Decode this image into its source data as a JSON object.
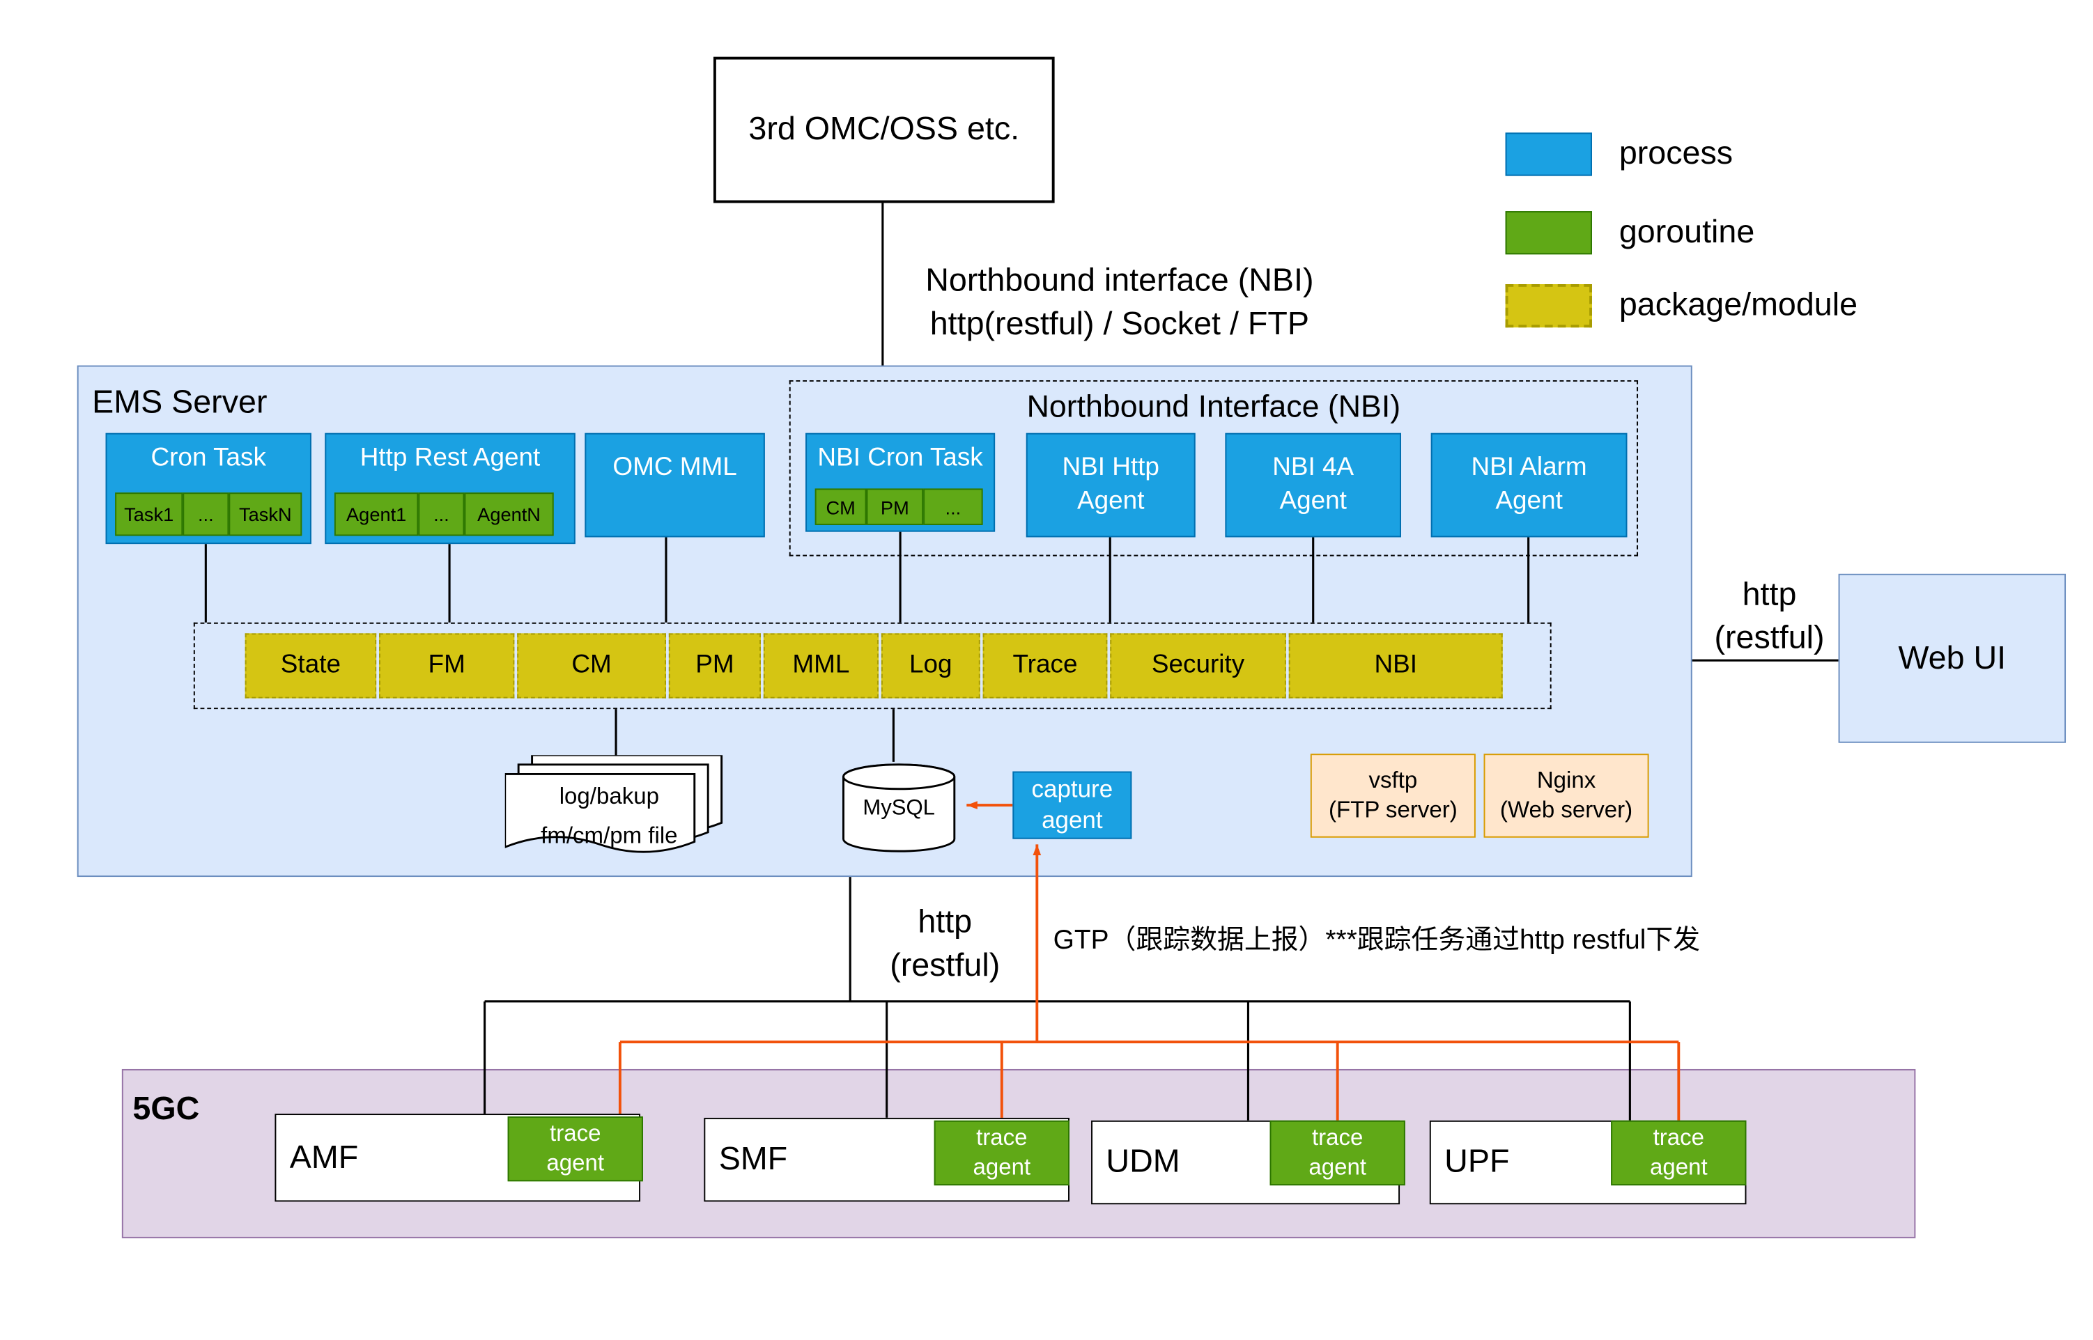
{
  "colors": {
    "process_fill": "#1ba1e2",
    "process_border": "#006eaf",
    "goroutine_fill": "#60a917",
    "goroutine_border": "#2d7600",
    "module_fill": "#d5c513",
    "module_border": "#a89c00",
    "container_fill": "#dae8fc",
    "container_border": "#6c8ebf",
    "core_fill": "#e1d5e7",
    "core_border": "#9673a6",
    "ftp_fill": "#ffe6cc",
    "ftp_border": "#d79b00",
    "arrow_orange": "#f2510a",
    "line_black": "#000000"
  },
  "legend": {
    "process": "process",
    "goroutine": "goroutine",
    "module": "package/module"
  },
  "external": {
    "label": "3rd OMC/OSS etc."
  },
  "nbi_link": {
    "line1": "Northbound interface (NBI)",
    "line2": "http(restful) / Socket / FTP"
  },
  "ems": {
    "title": "EMS Server",
    "cron_task": {
      "label": "Cron Task",
      "items": [
        "Task1",
        "...",
        "TaskN"
      ]
    },
    "http_rest_agent": {
      "label": "Http Rest Agent",
      "items": [
        "Agent1",
        "...",
        "AgentN"
      ]
    },
    "omc_mml": {
      "label": "OMC MML"
    },
    "nbi_group": {
      "title": "Northbound Interface (NBI)",
      "cron_task": {
        "label": "NBI Cron Task",
        "items": [
          "CM",
          "PM",
          "..."
        ]
      },
      "http_agent": {
        "line1": "NBI Http",
        "line2": "Agent"
      },
      "foura_agent": {
        "line1": "NBI 4A",
        "line2": "Agent"
      },
      "alarm_agent": {
        "line1": "NBI Alarm",
        "line2": "Agent"
      }
    },
    "modules": [
      "State",
      "FM",
      "CM",
      "PM",
      "MML",
      "Log",
      "Trace",
      "Security",
      "NBI"
    ],
    "files": {
      "line1": "log/bakup",
      "line2": "fm/cm/pm file"
    },
    "mysql": {
      "label": "MySQL"
    },
    "capture_agent": {
      "line1": "capture",
      "line2": "agent"
    },
    "vsftp": {
      "line1": "vsftp",
      "line2": "(FTP server)"
    },
    "nginx": {
      "line1": "Nginx",
      "line2": "(Web server)"
    }
  },
  "web_ui": {
    "label": "Web UI"
  },
  "edge_labels": {
    "web_http_line1": "http",
    "web_http_line2": "(restful)",
    "south_http_line1": "http",
    "south_http_line2": "(restful)",
    "gtp": "GTP（跟踪数据上报）***跟踪任务通过http restful下发"
  },
  "core": {
    "title": "5GC",
    "nfs": [
      {
        "label": "AMF",
        "agent_line1": "trace",
        "agent_line2": "agent"
      },
      {
        "label": "SMF",
        "agent_line1": "trace",
        "agent_line2": "agent"
      },
      {
        "label": "UDM",
        "agent_line1": "trace",
        "agent_line2": "agent"
      },
      {
        "label": "UPF",
        "agent_line1": "trace",
        "agent_line2": "agent"
      }
    ]
  }
}
